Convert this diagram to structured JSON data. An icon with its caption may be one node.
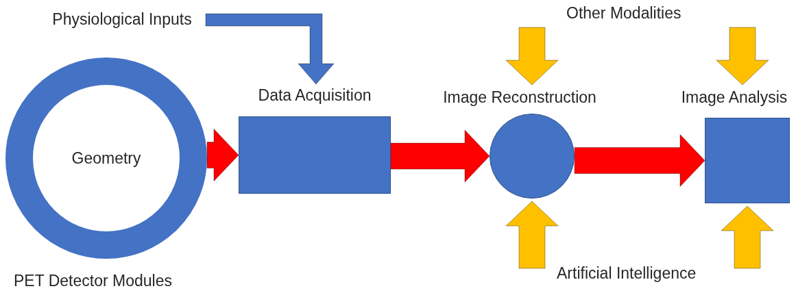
{
  "diagram": {
    "nodes": [
      {
        "text": [
          "Geometry"
        ],
        "beside": [
          "PET Detector Modules"
        ]
      },
      {
        "text": [
          "Data Acquisition"
        ]
      },
      {
        "text": [
          "Image Reconstruction"
        ]
      },
      {
        "text": [
          "Image Analysis"
        ]
      },
      {
        "text": [
          "Physiological Inputs"
        ]
      }
    ],
    "edges": [
      {
        "from": 0,
        "to": 1,
        "arrow": "to",
        "style": "thick",
        "color": "#ff0000"
      },
      {
        "from": 1,
        "to": 2,
        "arrow": "to",
        "style": "thick",
        "color": "#ff0000"
      },
      {
        "from": 2,
        "to": 3,
        "arrow": "to",
        "style": "thick",
        "color": "#ff0000"
      },
      {
        "from": 4,
        "to": 1,
        "arrow": "to",
        "style": "thick",
        "color": "#4472c4"
      },
      {
        "from": null,
        "to": 2,
        "arrow": "to",
        "style": "thick",
        "color": "#ffc000"
      },
      {
        "from": null,
        "to": 3,
        "arrow": "to",
        "style": "thick",
        "color": "#ffc000"
      },
      {
        "from": null,
        "to": 2,
        "arrow": "to",
        "style": "thick",
        "color": "#ffc000"
      },
      {
        "from": null,
        "to": 3,
        "arrow": "to",
        "style": "thick",
        "color": "#ffc000"
      }
    ],
    "labels": [
      "Other Modalities",
      "Artificial Intelligence"
    ]
  }
}
